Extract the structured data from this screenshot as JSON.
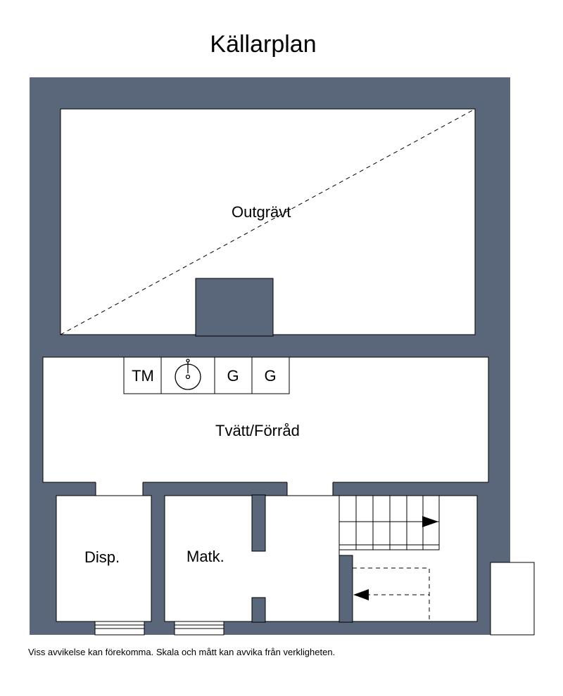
{
  "title": "Källarplan",
  "rooms": {
    "excavated": "Outgrävt",
    "laundry": "Tvätt/Förråd",
    "pantry": "Disp.",
    "food_cellar": "Matk."
  },
  "appliances": {
    "washing_machine": "TM",
    "freezer_1": "G",
    "freezer_2": "G"
  },
  "disclaimer": "Viss avvikelse kan förekomma. Skala och mått kan avvika från verkligheten.",
  "colors": {
    "wall": "#5a6679",
    "floor": "#ffffff",
    "line": "#000000"
  },
  "icons": {
    "sink": "sink-icon",
    "stair_arrow": "arrow-right-icon",
    "dashed_arrow": "arrow-left-icon"
  }
}
